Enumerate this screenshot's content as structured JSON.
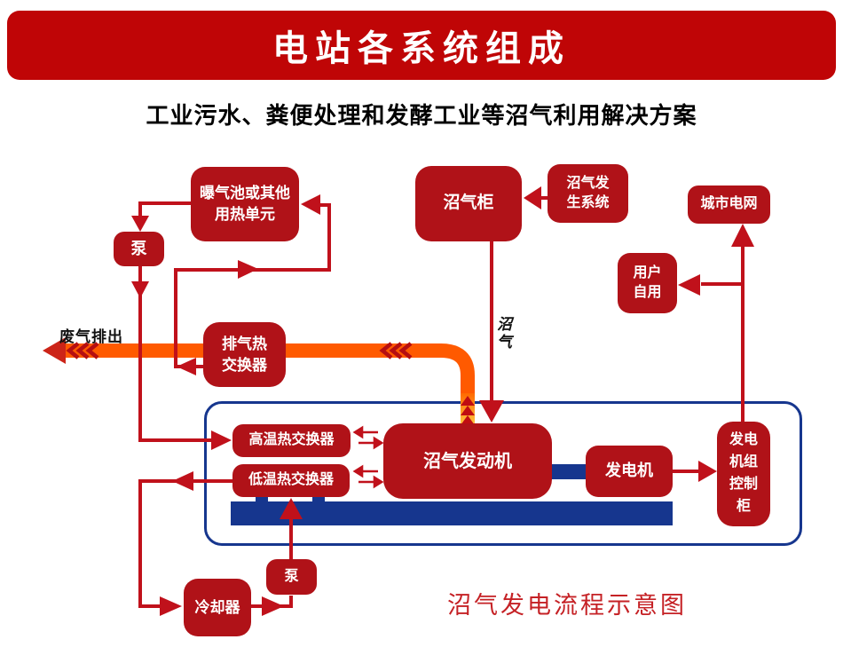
{
  "header": {
    "title": "电站各系统组成"
  },
  "subtitle": "工业污水、粪便处理和发酵工业等沼气利用解决方案",
  "nodes": {
    "aeration": {
      "label": "曝气池或其他\n用热单元"
    },
    "pump_top": {
      "label": "泵"
    },
    "gas_tank": {
      "label": "沼气柜"
    },
    "gas_gen": {
      "label": "沼气发\n生系统"
    },
    "city_grid": {
      "label": "城市电网"
    },
    "self_use": {
      "label": "用户\n自用"
    },
    "exhaust_hx": {
      "label": "排气热\n交换器"
    },
    "high_hx": {
      "label": "高温热交换器"
    },
    "low_hx": {
      "label": "低温热交换器"
    },
    "engine": {
      "label": "沼气发动机"
    },
    "generator": {
      "label": "发电机"
    },
    "control_cabinet": {
      "label": "发电\n机组\n控制\n柜"
    },
    "pump_bottom": {
      "label": "泵"
    },
    "cooler": {
      "label": "冷却器"
    }
  },
  "labels": {
    "exhaust_out": "废气排出",
    "biogas": "沼气",
    "caption": "沼气发电流程示意图"
  },
  "colors": {
    "banner_red": "#bf0506",
    "box_red": "#b01218",
    "line_red": "#c0111b",
    "navy_blue": "#16368e",
    "pipe_orange": "#ff5a00",
    "pipe_yellow": "#ffc13d",
    "caption_red": "#c52125"
  }
}
